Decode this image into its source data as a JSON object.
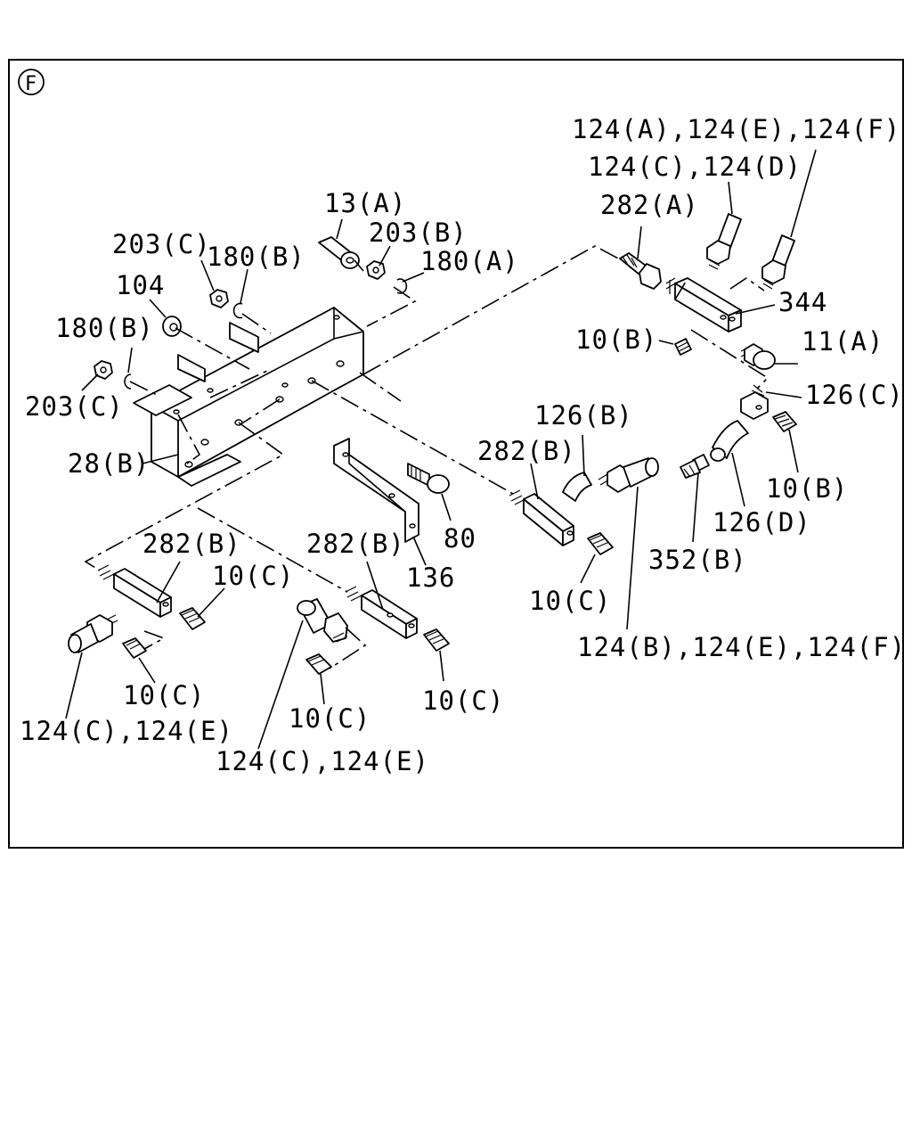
{
  "section_marker": "F",
  "labels": {
    "l_124A": "124(A),124(E),124(F)",
    "l_124CD": "124(C),124(D)",
    "l_282A": "282(A)",
    "l_344": "344",
    "l_10B_top": "10(B)",
    "l_11A": "11(A)",
    "l_126C": "126(C)",
    "l_10B_right": "10(B)",
    "l_126D": "126(D)",
    "l_352B": "352(B)",
    "l_126B": "126(B)",
    "l_282B_mid": "282(B)",
    "l_10C_mid": "10(C)",
    "l_124BEF": "124(B),124(E),124(F)",
    "l_13A": "13(A)",
    "l_203B": "203(B)",
    "l_180A": "180(A)",
    "l_203C_top": "203(C)",
    "l_180B_top": "180(B)",
    "l_104": "104",
    "l_180B_left": "180(B)",
    "l_203C_left": "203(C)",
    "l_28B": "28(B)",
    "l_80": "80",
    "l_136": "136",
    "l_282B_left": "282(B)",
    "l_10C_left1": "10(C)",
    "l_10C_left2": "10(C)",
    "l_124CE_left": "124(C),124(E)",
    "l_282B_center": "282(B)",
    "l_10C_center1": "10(C)",
    "l_10C_center2": "10(C)",
    "l_124CE_center": "124(C),124(E)"
  }
}
